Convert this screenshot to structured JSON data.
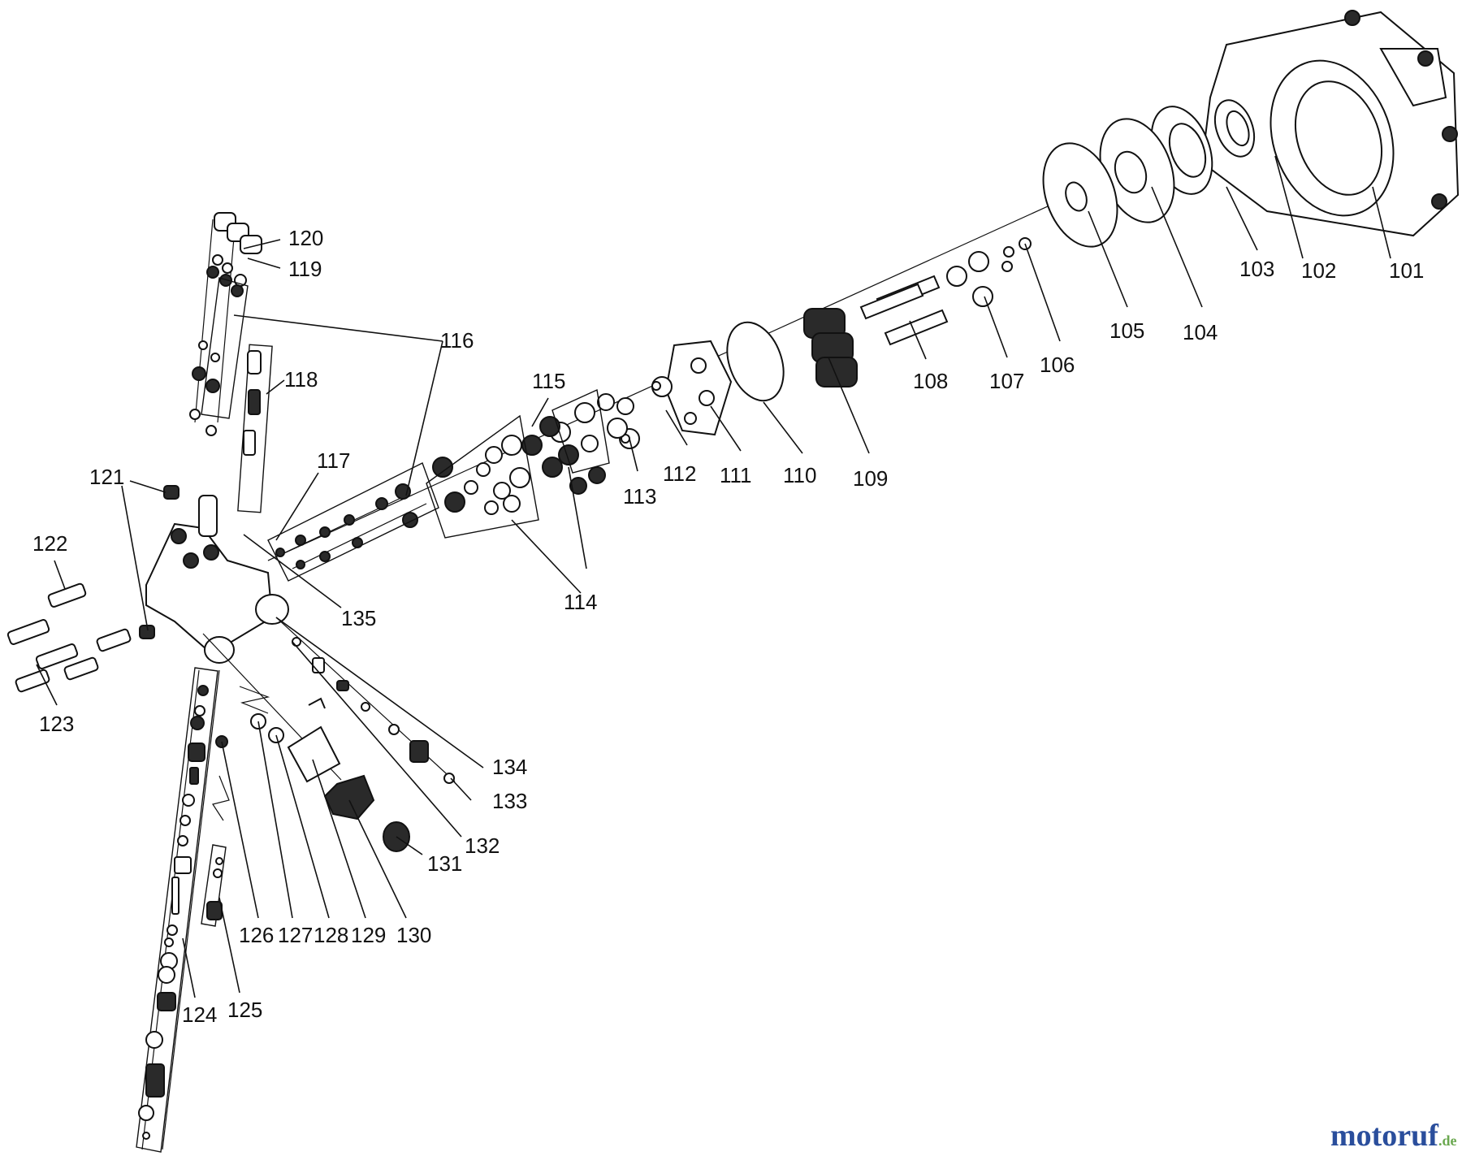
{
  "callouts": [
    "101",
    "102",
    "103",
    "104",
    "105",
    "106",
    "107",
    "108",
    "109",
    "110",
    "111",
    "112",
    "113",
    "114",
    "115",
    "116",
    "117",
    "118",
    "119",
    "120",
    "121",
    "122",
    "123",
    "124",
    "125",
    "126",
    "127",
    "128",
    "129",
    "130",
    "131",
    "132",
    "133",
    "134",
    "135"
  ],
  "watermark": {
    "text_main": "motoruf",
    "text_suffix": ".de"
  },
  "colors": {
    "line": "#111111",
    "watermark_blue": "#2a4e9c",
    "watermark_green": "#6aa84f"
  }
}
